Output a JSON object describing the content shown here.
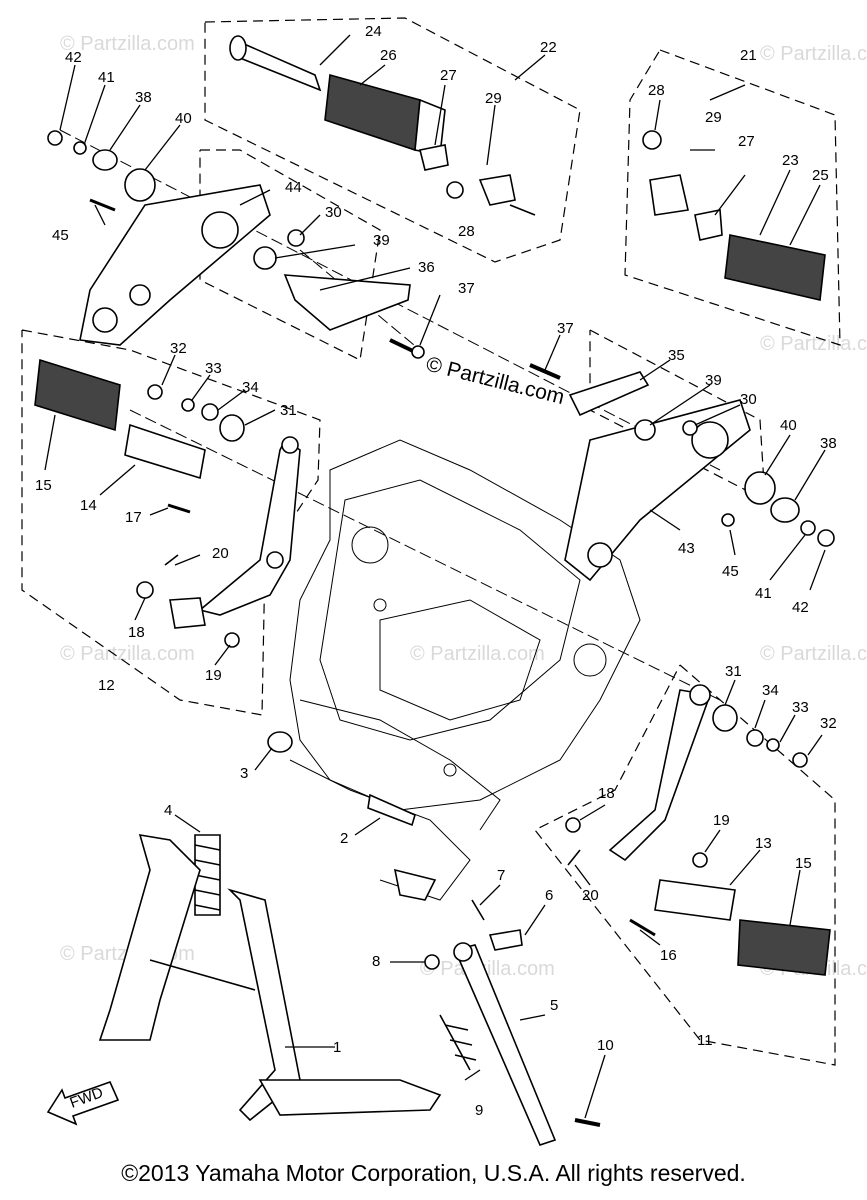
{
  "watermarks": {
    "main": "© Partzilla.com",
    "faint": "© Partzilla.com"
  },
  "callouts": [
    "1",
    "2",
    "3",
    "4",
    "5",
    "6",
    "7",
    "8",
    "9",
    "10",
    "11",
    "12",
    "13",
    "14",
    "15",
    "15",
    "16",
    "17",
    "18",
    "18",
    "19",
    "19",
    "20",
    "20",
    "21",
    "22",
    "23",
    "24",
    "25",
    "26",
    "27",
    "27",
    "28",
    "28",
    "29",
    "29",
    "30",
    "30",
    "31",
    "31",
    "32",
    "32",
    "33",
    "33",
    "34",
    "34",
    "35",
    "36",
    "37",
    "37",
    "38",
    "38",
    "39",
    "39",
    "40",
    "40",
    "41",
    "41",
    "42",
    "42",
    "43",
    "44",
    "45",
    "45"
  ],
  "fwd_label": "FWD",
  "copyright": "©2013 Yamaha Motor Corporation, U.S.A. All rights reserved."
}
